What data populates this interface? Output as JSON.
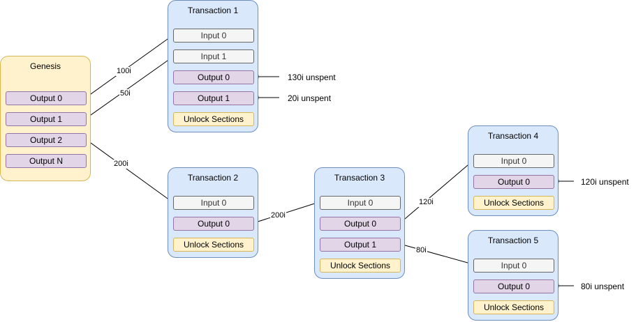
{
  "genesis": {
    "title": "Genesis",
    "outputs": [
      "Output 0",
      "Output 1",
      "Output 2",
      "Output N"
    ]
  },
  "transactions": [
    {
      "title": "Transaction 1",
      "inputs": [
        "Input 0",
        "Input 1"
      ],
      "outputs": [
        "Output 0",
        "Output 1"
      ],
      "unlock": "Unlock Sections"
    },
    {
      "title": "Transaction 2",
      "inputs": [
        "Input 0"
      ],
      "outputs": [
        "Output 0"
      ],
      "unlock": "Unlock Sections"
    },
    {
      "title": "Transaction 3",
      "inputs": [
        "Input 0"
      ],
      "outputs": [
        "Output 0",
        "Output 1"
      ],
      "unlock": "Unlock Sections"
    },
    {
      "title": "Transaction 4",
      "inputs": [
        "Input 0"
      ],
      "outputs": [
        "Output 0"
      ],
      "unlock": "Unlock Sections"
    },
    {
      "title": "Transaction 5",
      "inputs": [
        "Input 0"
      ],
      "outputs": [
        "Output 0"
      ],
      "unlock": "Unlock Sections"
    }
  ],
  "edge_labels": [
    "100i",
    "50i",
    "200i",
    "200i",
    "120i",
    "80i"
  ],
  "unspent_notes": [
    "130i unspent",
    "20i unspent",
    "120i unspent",
    "80i unspent"
  ],
  "colors": {
    "genesis_fill": "#fff2cc",
    "transaction_fill": "#dae8fc",
    "input_fill": "#f5f5f5",
    "output_fill": "#e1d5e7",
    "unlock_fill": "#fff2cc",
    "edge": "#000000"
  }
}
